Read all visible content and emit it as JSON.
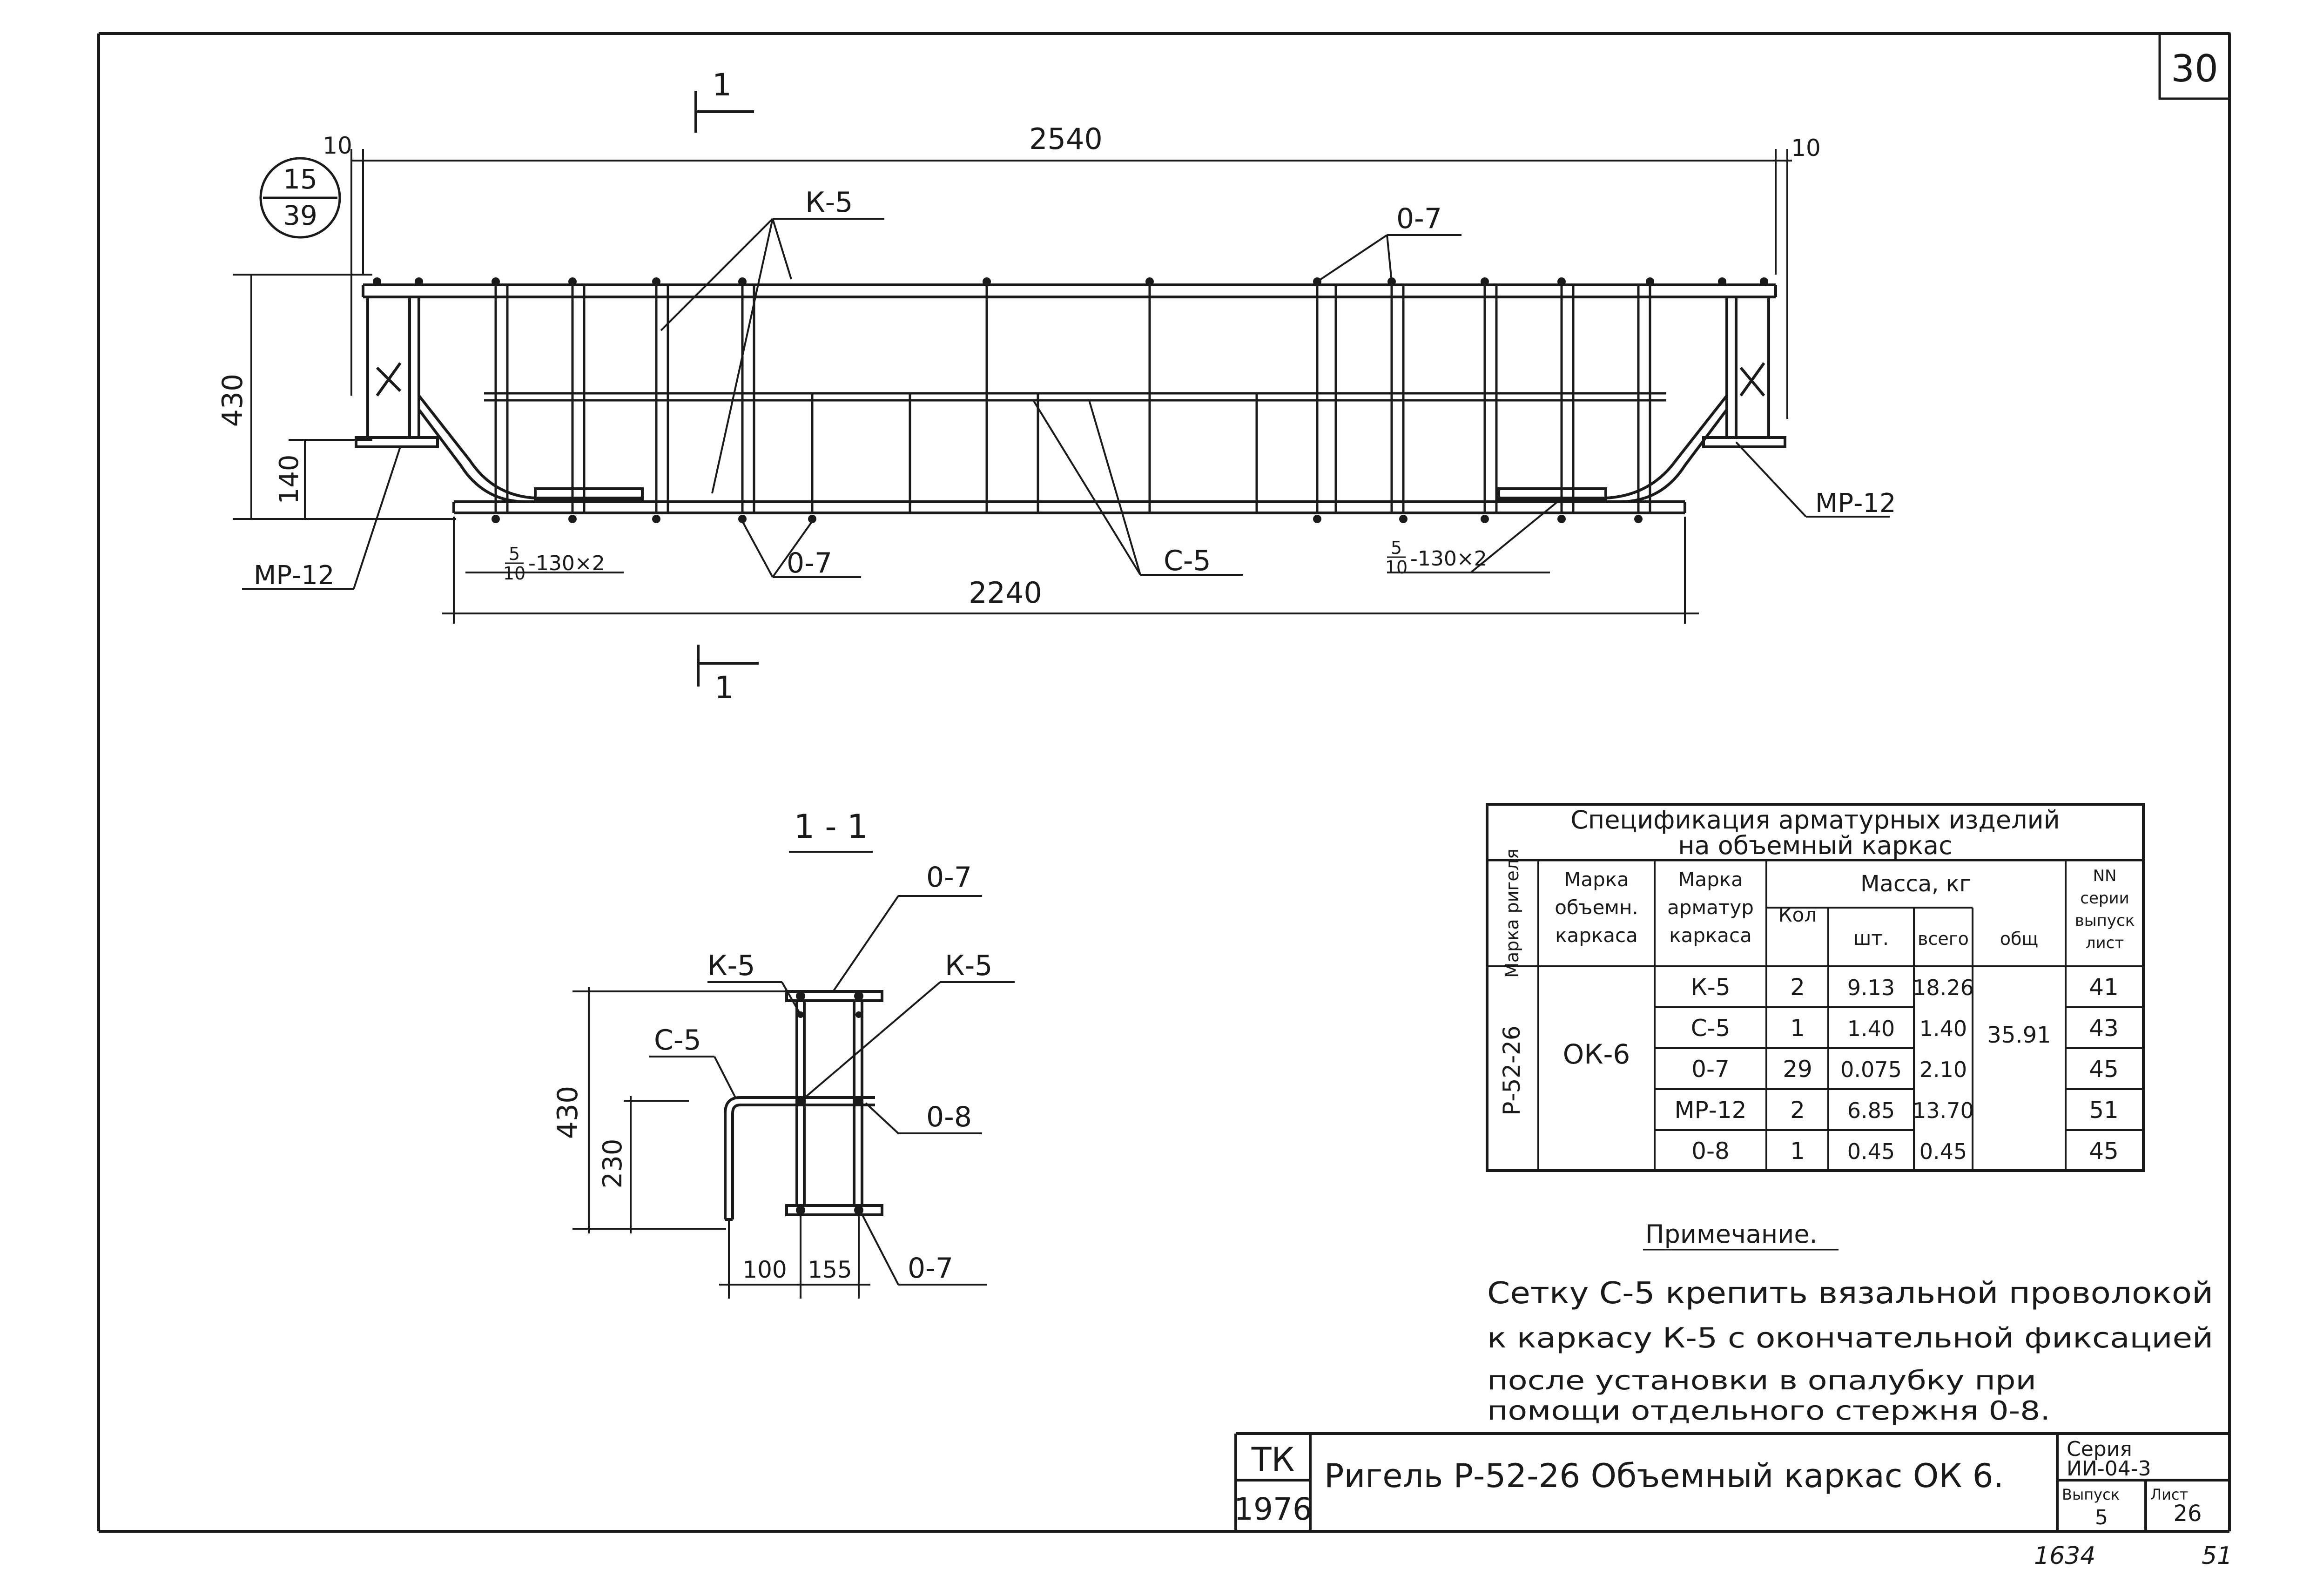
{
  "sheet_number": "30",
  "elevation": {
    "section_mark": "1",
    "detail_ref_top": "15",
    "detail_ref_bottom": "39",
    "dim_overall": "2540",
    "dim_left_gap": "10",
    "dim_right_gap": "10",
    "dim_height": "430",
    "dim_offset": "140",
    "dim_bottom": "2240",
    "label_k5": "К-5",
    "label_o7_top": "0-7",
    "label_o7_bottom": "0-7",
    "label_c5": "С-5",
    "label_mp12_left": "МР-12",
    "label_mp12_right": "МР-12",
    "spacing_num": "5",
    "spacing_den": "10",
    "spacing_rest": "-130×2"
  },
  "section": {
    "title": "1 - 1",
    "label_o7_top": "0-7",
    "label_k5_left": "К-5",
    "label_k5_right": "К-5",
    "label_c5": "С-5",
    "label_o8": "0-8",
    "label_o7_bottom": "0-7",
    "dim_height": "430",
    "dim_mid": "230",
    "dim_w1": "100",
    "dim_w2": "155"
  },
  "spec": {
    "title_line1": "Спецификация арматурных изделий",
    "title_line2": "на объемный каркас",
    "headers": {
      "beam_mark": "Марка ригеля",
      "volume_mark": "Марка объемн. каркаса",
      "rebar_mark": "Марка арматур каркаса",
      "qty": "Кол",
      "mass": "Масса, кг",
      "unit": "шт.",
      "total": "всего",
      "overall": "общ",
      "series": "NN серии выпуск лист"
    },
    "beam": "Р-52-26",
    "volume": "ОК-6",
    "mass_overall": "35.91",
    "rows": [
      {
        "mark": "К-5",
        "qty": "2",
        "unit": "9.13",
        "total": "18.26",
        "sheet": "41"
      },
      {
        "mark": "С-5",
        "qty": "1",
        "unit": "1.40",
        "total": "1.40",
        "sheet": "43"
      },
      {
        "mark": "0-7",
        "qty": "29",
        "unit": "0.075",
        "total": "2.10",
        "sheet": "45"
      },
      {
        "mark": "МР-12",
        "qty": "2",
        "unit": "6.85",
        "total": "13.70",
        "sheet": "51"
      },
      {
        "mark": "0-8",
        "qty": "1",
        "unit": "0.45",
        "total": "0.45",
        "sheet": "45"
      }
    ]
  },
  "note": {
    "heading": "Примечание.",
    "line1": "Сетку С-5 крепить вязальной проволокой",
    "line2": "к каркасу К-5 с окончательной фиксацией",
    "line3": "после установки в опалубку при",
    "line4": "помощи отдельного стержня 0-8."
  },
  "title_block": {
    "org": "ТК",
    "year": "1976",
    "title": "Ригель Р-52-26 Объемный каркас ОК 6.",
    "series_label": "Серия",
    "series_value": "ИИ-04-3",
    "issue_label": "Выпуск",
    "issue_value": "5",
    "sheet_label": "Лист",
    "sheet_value": "26"
  },
  "margin_notes": {
    "bottom_right_1": "1634",
    "bottom_right_2": "51"
  }
}
